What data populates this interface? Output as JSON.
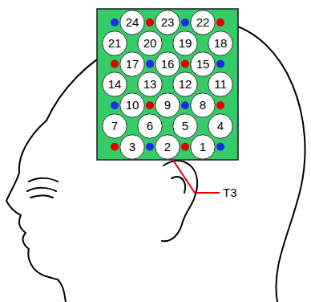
{
  "diagram": {
    "nodes": [
      {
        "text": [
          "24"
        ]
      },
      {
        "text": [
          "23"
        ]
      },
      {
        "text": [
          "22"
        ]
      },
      {
        "text": [
          "21"
        ]
      },
      {
        "text": [
          "20"
        ]
      },
      {
        "text": [
          "19"
        ]
      },
      {
        "text": [
          "18"
        ]
      },
      {
        "text": [
          "17"
        ]
      },
      {
        "text": [
          "16"
        ]
      },
      {
        "text": [
          "15"
        ]
      },
      {
        "text": [
          "14"
        ]
      },
      {
        "text": [
          "13"
        ]
      },
      {
        "text": [
          "12"
        ]
      },
      {
        "text": [
          "11"
        ]
      },
      {
        "text": [
          "10"
        ]
      },
      {
        "text": [
          "9"
        ]
      },
      {
        "text": [
          "8"
        ]
      },
      {
        "text": [
          "7"
        ]
      },
      {
        "text": [
          "6"
        ]
      },
      {
        "text": [
          "5"
        ]
      },
      {
        "text": [
          "4"
        ]
      },
      {
        "text": [
          "3"
        ]
      },
      {
        "text": [
          "2"
        ]
      },
      {
        "text": [
          "1"
        ]
      }
    ],
    "labels": [
      "T3"
    ]
  }
}
